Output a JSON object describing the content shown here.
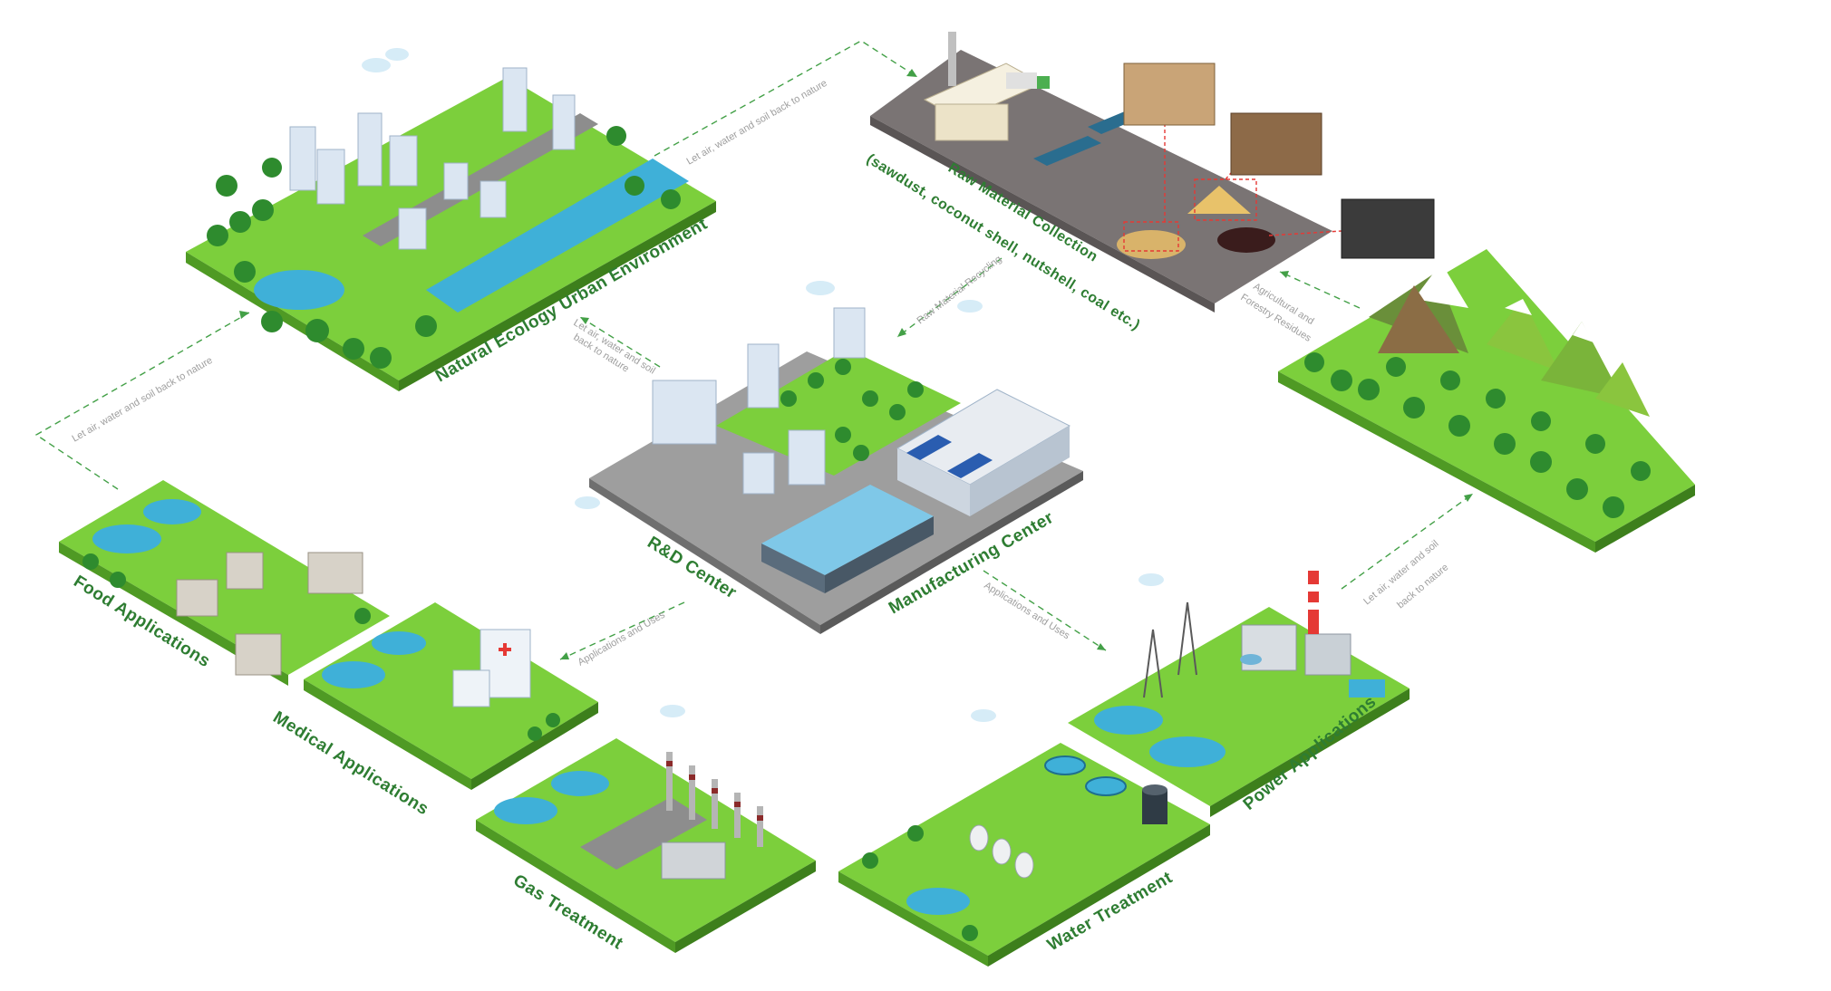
{
  "labels": {
    "natural_ecology": "Natural Ecology Urban Environment",
    "raw_material_title": "Raw Material Collection",
    "raw_material_detail": "(sawdust, coconut shell, nutshell, coal etc.)",
    "rd_center": "R&D Center",
    "manufacturing_center": "Manufacturing Center",
    "food_applications": "Food Applications",
    "medical_applications": "Medical Applications",
    "gas_treatment": "Gas Treatment",
    "water_treatment": "Water Treatment",
    "power_applications": "Power Applications"
  },
  "arrows": {
    "city_to_raw": "Let air, water and soil back to nature",
    "food_to_city": "Let air, water and soil back to nature",
    "rd_to_city_line1": "Let air, water and soil",
    "rd_to_city_line2": "back to nature",
    "raw_to_rd": "Raw Material Recycling",
    "forest_to_raw_line1": "Agricultural and",
    "forest_to_raw_line2": "Forestry Residues",
    "rd_to_medical": "Applications and Uses",
    "mfg_to_water": "Applications and Uses",
    "power_to_forest_line1": "Let air, water and soil",
    "power_to_forest_line2": "back to nature"
  },
  "colors": {
    "grass": "#7ccf3c",
    "grass_side": "#4f9a24",
    "water": "#3fb0d8",
    "label_green": "#2e7d32",
    "arrow_green": "#43a047",
    "callout_red": "#e53935"
  }
}
